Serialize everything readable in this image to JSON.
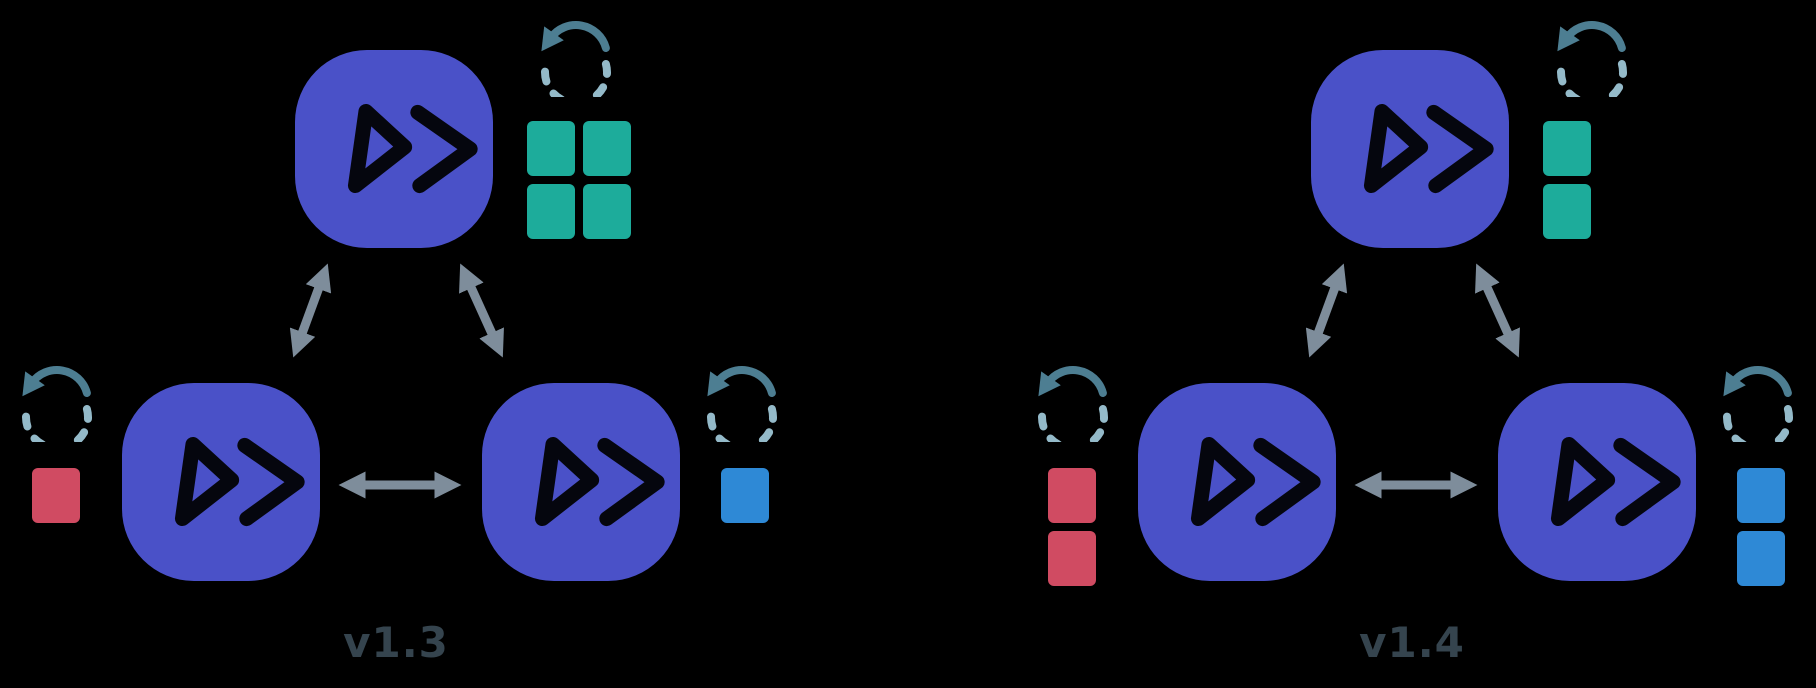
{
  "colors": {
    "background": "#000000",
    "node": "#4A51C8",
    "logo": "#05060E",
    "teal": "#1DAC9B",
    "red": "#D04B62",
    "blue": "#2E89D6",
    "arrow": "#7E8D9B",
    "refresh-solid": "#4D7E92",
    "refresh-dash": "#94BAC9",
    "label": "#35444E"
  },
  "clusters": [
    {
      "label": "v1.3",
      "nodes": [
        {
          "id": "top",
          "shards": {
            "color": "teal",
            "count": 4,
            "columns": 2
          }
        },
        {
          "id": "left",
          "shards": {
            "color": "red",
            "count": 1,
            "columns": 1
          }
        },
        {
          "id": "right",
          "shards": {
            "color": "blue",
            "count": 1,
            "columns": 1
          }
        }
      ]
    },
    {
      "label": "v1.4",
      "nodes": [
        {
          "id": "top",
          "shards": {
            "color": "teal",
            "count": 2,
            "columns": 1
          }
        },
        {
          "id": "left",
          "shards": {
            "color": "red",
            "count": 2,
            "columns": 1
          }
        },
        {
          "id": "right",
          "shards": {
            "color": "blue",
            "count": 2,
            "columns": 1
          }
        }
      ]
    }
  ]
}
